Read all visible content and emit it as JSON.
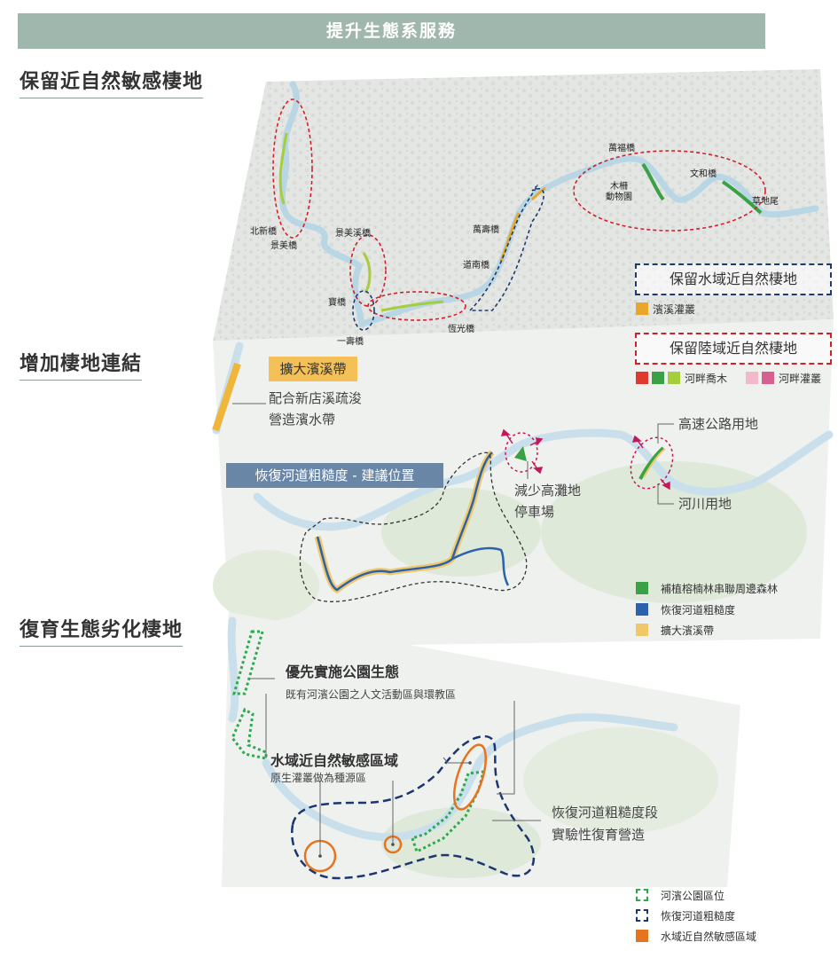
{
  "banner": "提升生態系服務",
  "sections": {
    "s1": "保留近自然敏感棲地",
    "s2": "增加棲地連結",
    "s3": "復育生態劣化棲地"
  },
  "map1": {
    "bridges": {
      "beixin": "北新橋",
      "jingmei": "景美橋",
      "jingmeixi": "景美溪橋",
      "bao": "寶橋",
      "yishou": "一壽橋",
      "hengguang": "恆光橋",
      "daonan": "道南橋",
      "wanshou": "萬壽橋",
      "wanfu": "萬福橋",
      "zoo": "木柵\n動物園",
      "wenhe": "文和橋",
      "caodiwei": "草地尾"
    },
    "legend_water": "保留水域近自然棲地",
    "legend_water_item": "濱溪灌叢",
    "legend_land": "保留陸域近自然棲地",
    "legend_land_item1": "河畔喬木",
    "legend_land_item2": "河畔灌叢",
    "colors": {
      "water_shrub": "#e8a62a",
      "tree_red": "#e03a2f",
      "tree_green": "#3aa244",
      "tree_lime": "#a6cd3a",
      "shrub_pink": "#f4b8cc",
      "shrub_rose": "#d6608f",
      "water_dash": "#1d3d6e",
      "land_dash": "#d0212b"
    }
  },
  "map2": {
    "tag_yellow": "擴大濱溪帶",
    "yellow_desc_1": "配合新店溪疏浚",
    "yellow_desc_2": "營造濱水帶",
    "tag_blue": "恢復河道粗糙度 - 建議位置",
    "reduce_1": "減少高灘地",
    "reduce_2": "停車場",
    "highway": "高速公路用地",
    "river_land": "河川用地",
    "legend": [
      "補植榕楠林串聯周邊森林",
      "恢復河道粗糙度",
      "擴大濱溪帶"
    ],
    "colors": {
      "green": "#3aa244",
      "blue": "#2a62ad",
      "yellow": "#f0c86a",
      "tag_blue": "#6a86a6",
      "tag_yellow": "#f3c157"
    }
  },
  "map3": {
    "park_title": "優先實施公園生態",
    "park_desc": "既有河濱公園之人文活動區與環教區",
    "water_title": "水域近自然敏感區域",
    "water_desc": "原生灌叢做為種源區",
    "restore_1": "恢復河道粗糙度段",
    "restore_2": "實驗性復育營造",
    "legend": [
      "河濱公園區位",
      "恢復河道粗糙度",
      "水域近自然敏感區域"
    ],
    "colors": {
      "park": "#2fa84f",
      "rough": "#1d3570",
      "sensitive": "#e6731e"
    }
  }
}
